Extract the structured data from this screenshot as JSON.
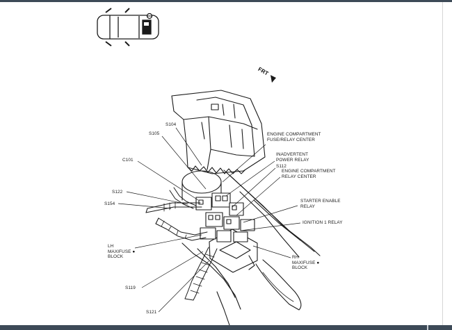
{
  "diagram": {
    "forward_label": "FRT",
    "callouts": {
      "s104": "S104",
      "s105": "S105",
      "c101": "C101",
      "s122": "S122",
      "s154": "S154",
      "lh_maxifuse": "LH\nMAXIFUSE ●\nBLOCK",
      "s119": "S119",
      "s121": "S121",
      "engine_fuse_relay_center": "ENGINE COMPARTMENT\nFUSE/RELAY CENTER",
      "inadvertent_power_relay": "INADVERTENT\nPOWER RELAY",
      "s112": "S112",
      "engine_relay_center": "ENGINE COMPARTMENT\nRELAY CENTER",
      "starter_enable_relay": "STARTER ENABLE\nRELAY",
      "ignition1_relay": "IGNITION 1 RELAY",
      "rh_maxifuse": "RH\nMAXIFUSE ●\nBLOCK"
    }
  },
  "colors": {
    "frame": "#3d4a57",
    "line": "#1a1a1a",
    "background": "#ffffff"
  }
}
